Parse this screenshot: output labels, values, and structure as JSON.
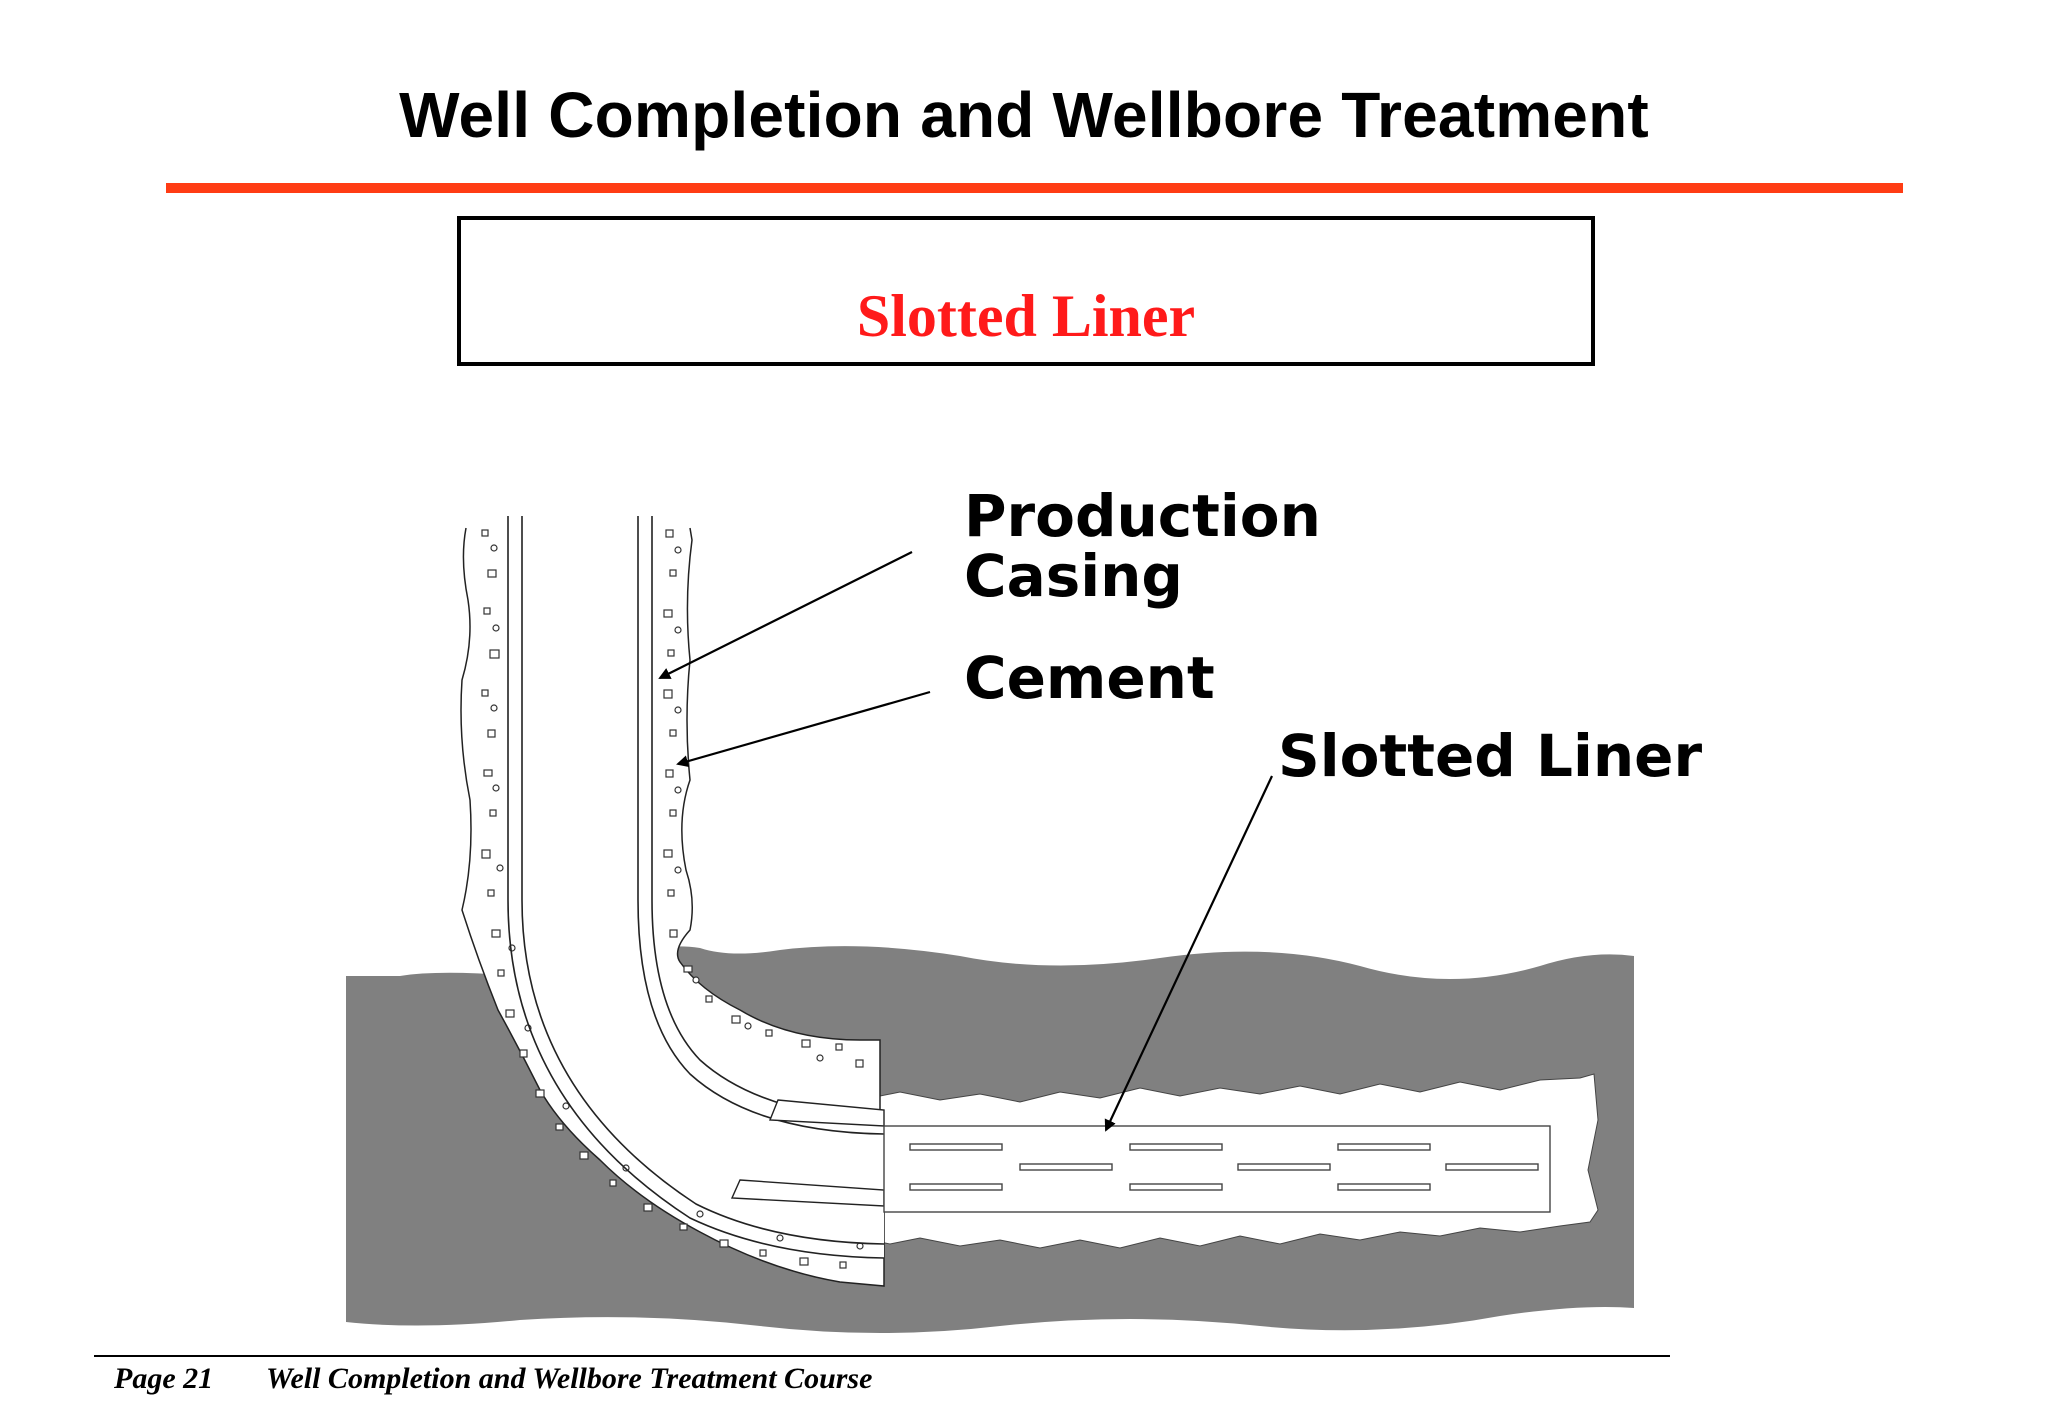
{
  "header": {
    "title": "Well Completion and Wellbore Treatment",
    "accent_color": "#ff3c14"
  },
  "slide": {
    "subtitle": "Slotted Liner",
    "subtitle_color": "#ff1a1a"
  },
  "diagram": {
    "labels": {
      "production_casing_line1": "Production",
      "production_casing_line2": "Casing",
      "cement": "Cement",
      "slotted_liner": "Slotted Liner"
    },
    "formation_color": "#808080"
  },
  "footer": {
    "page": "Page 21",
    "course": "Well Completion and Wellbore Treatment Course"
  }
}
